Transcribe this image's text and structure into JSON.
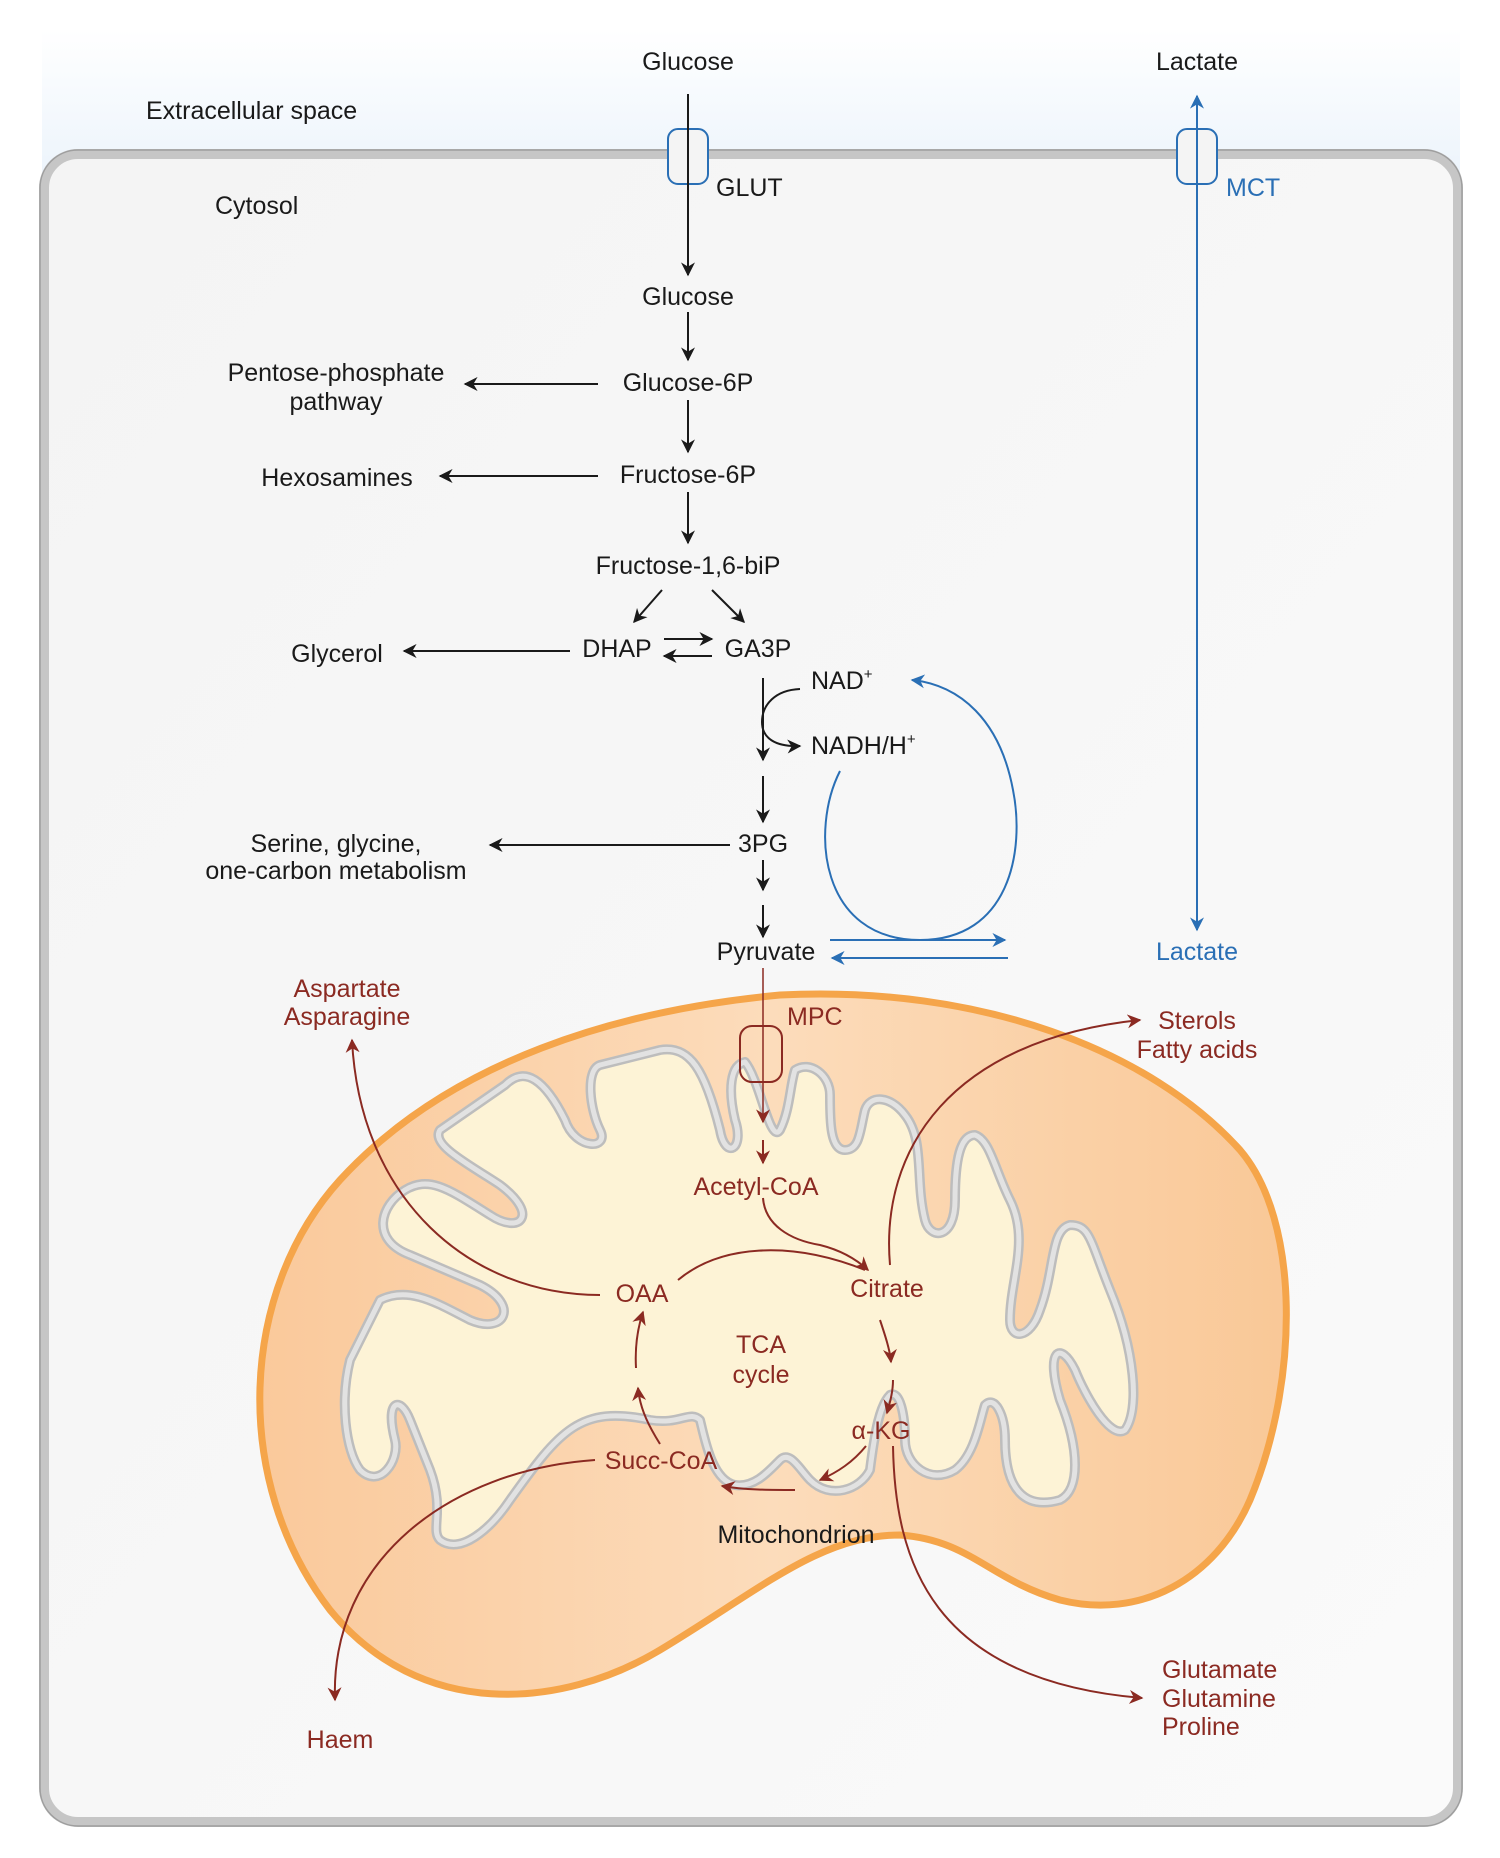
{
  "regions": {
    "extracellular": "Extracellular space",
    "cytosol": "Cytosol",
    "mitochondrion": "Mitochondrion"
  },
  "transporters": {
    "glut": "GLUT",
    "mct": "MCT",
    "mpc": "MPC"
  },
  "glycolysis": {
    "glucose_out": "Glucose",
    "lactate_out": "Lactate",
    "glucose_in": "Glucose",
    "g6p": "Glucose-6P",
    "f6p": "Fructose-6P",
    "f16bp": "Fructose-1,6-biP",
    "dhap": "DHAP",
    "ga3p": "GA3P",
    "nad": "NAD",
    "nad_sup": "+",
    "nadh": "NADH/H",
    "nadh_sup": "+",
    "pg3": "3PG",
    "pyruvate": "Pyruvate",
    "lactate_in": "Lactate"
  },
  "branches": {
    "ppp_line1": "Pentose-phosphate",
    "ppp_line2": "pathway",
    "hexosamines": "Hexosamines",
    "glycerol": "Glycerol",
    "serine_line1": "Serine, glycine,",
    "serine_line2": "one-carbon metabolism"
  },
  "tca": {
    "acetyl_coa": "Acetyl-CoA",
    "citrate": "Citrate",
    "oaa": "OAA",
    "akg": "α-KG",
    "succ_coa": "Succ-CoA",
    "center_line1": "TCA",
    "center_line2": "cycle"
  },
  "outputs": {
    "aspartate": "Aspartate",
    "asparagine": "Asparagine",
    "sterols": "Sterols",
    "fatty_acids": "Fatty acids",
    "glutamate": "Glutamate",
    "glutamine": "Glutamine",
    "proline": "Proline",
    "haem": "Haem"
  },
  "colors": {
    "glycolysis_text": "#1a1a1a",
    "mitochondrial_text": "#8b2a22",
    "lactate_transport": "#2a6fb5",
    "outer_membrane": "#f5a54a",
    "intermembrane": "#fbd3a8",
    "matrix": "#fdf3d6",
    "cell_membrane": "#c8c8c8"
  }
}
